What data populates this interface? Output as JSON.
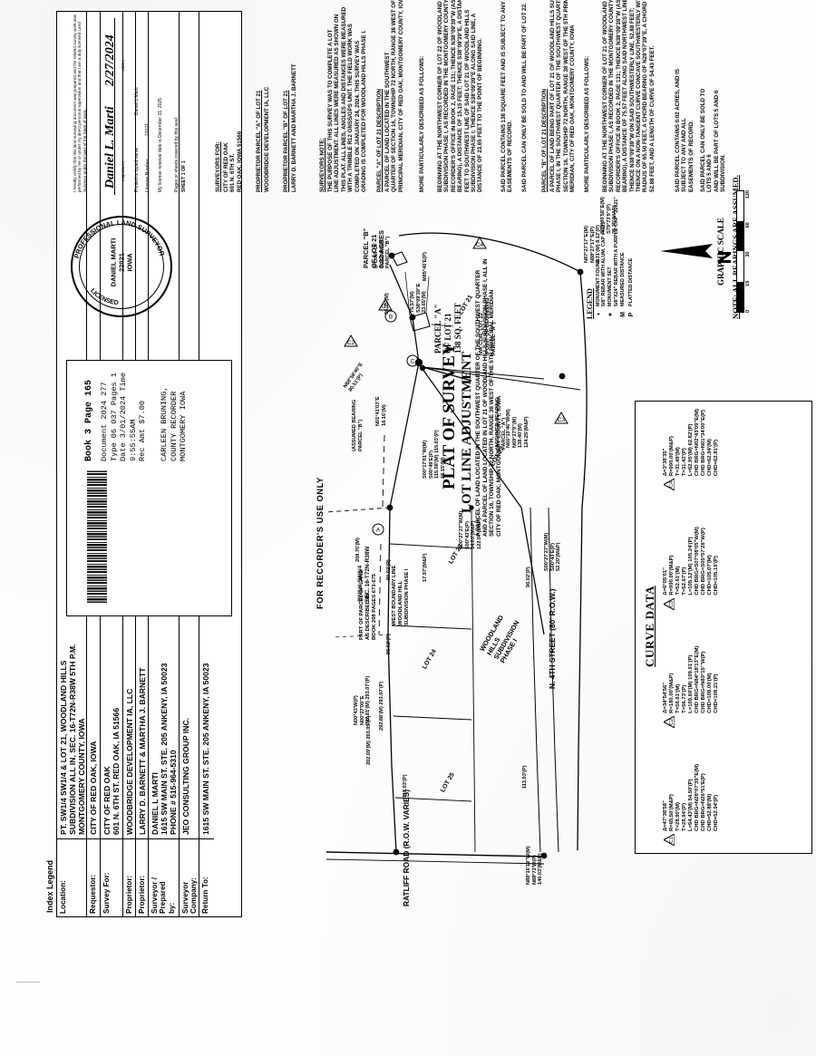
{
  "document": {
    "title": "PLAT OF SURVEY",
    "subtitle": "LOT LINE ADJUSTMENT",
    "legal_caption": "A PARCEL OF LAND LOCATED IN THE SOUTHWEST QUARTER OF THE SOUTHWEST QUARTER\nAND A PARCEL OF LAND LOCATED IN LOT 21 OF WOODLAND HILLS SUBDIVISION PHASE I, ALL IN\nSECTION 16, TOWNSHIP 72 NORTH, RANGE 38 WEST OF THE 5TH PRINCIPAL MERIDIAN\nCITY OF RED OAK, MONTGOMERY COUNTY, IOWA",
    "sheet": "SHEET 1 OF 1"
  },
  "index_legend": {
    "title": "Index Legend",
    "rows": [
      {
        "label": "Location:",
        "value": "PT. SW1/4 SW1/4 & LOT 21, WOODLAND HILLS\nSUBDIVISION ALL IN, SEC. 16-T72N-R38W 5TH P.M.\nMONTGOMERY COUNTY, IOWA"
      },
      {
        "label": "Requestor:",
        "value": "CITY OF RED OAK, IOWA"
      },
      {
        "label": "Survey For:",
        "value": "CITY OF RED OAK\n601 N. 6TH ST. RED OAK, IA 51566"
      },
      {
        "label": "Proprietor:",
        "value": "WOODBRIDGE DEVELOPMENT IA, LLC"
      },
      {
        "label": "Proprietor:",
        "value": "LARRY D. BARNETT & MARTHA J. BARNETT"
      },
      {
        "label": "Surveyor /\nPrepared\nby:",
        "value": "DANIEL L MARTI\n1615 SW MAIN ST. STE. 205 ANKENY, IA 50023\nPHONE # 515-964-5310"
      },
      {
        "label": "Surveyor\nCompany:",
        "value": "JEO CONSULTING GROUP INC."
      },
      {
        "label": "Return To:",
        "value": "1615 SW MAIN ST. STE. 205 ANKENY, IA 50023"
      }
    ]
  },
  "recorder": {
    "header": "FOR RECORDER'S USE ONLY",
    "book_page": "Book 3  Page 165",
    "line1": "Document 2024 277 Type 06 037 Pages 1",
    "line2": "Date 3/01/2024 Time  9:55:55AM",
    "line3": "Rec Amt $7.00",
    "recorder_name": "CARLEEN BRUNING, COUNTY RECORDER",
    "recorder_county": "MONTGOMERY IOWA"
  },
  "certification": {
    "statement": "I hereby certify that this land surveying document was prepared and the related survey work was performed by me or under my direct personal supervision and that I am a duly licensed Land Surveyor under the laws of the State of Iowa.",
    "signature": "Daniel L. Marti",
    "signature_label": "(signature)",
    "date": "2/27/2024",
    "date_label": "(date)",
    "printed_name_label": "Printed or typed name:",
    "printed_name": "Daniel L Marti",
    "license_label": "License Number:",
    "license_number": "22021",
    "renewal_text": "My license renewal date is December 31, 2025",
    "pages_text": "Pages or sheets covered by this seal:",
    "sheet": "SHEET 1 OF 1"
  },
  "seal": {
    "outer_text": "PROFESSIONAL LAND SURVEYOR",
    "name": "DANIEL MARTI",
    "number": "22021",
    "state": "IOWA",
    "sub": "LICENSED"
  },
  "surveyors_for": {
    "heading": "SURVEYORS FOR:",
    "body": "CITY OF RED OAK\n601 N. 6TH ST.\nRED OAK, IOWA 51566"
  },
  "proprietor_a": {
    "heading": "PROPRIETOR PARCEL \"A\" OF LOT 21",
    "body": "WOODBRIDGE DEVELOPMENT IA, LLC"
  },
  "proprietor_b": {
    "heading": "PROPRIETOR PARCEL \"B\" OF LOT 21",
    "body": "LARRY D. BARNETT AND MARTHA J. BARNETT"
  },
  "surveyors_note": {
    "heading": "SURVEYORS NOTE:",
    "body": "THE PURPOSE OF THIS SURVEY WAS TO COMPLETE A LOT\nLINE ADJUSTMENT. ALL LINES WERE MEASURED AS SHOWN ON\nTHIS PLAT. ALL LINES, ANGLES AND DISTANCES WERE MEASURED\nWITH A TRIMBLE R12 GNSS/GPS UNIT. THE FIELD WORK WAS\nCOMPLETED ON JANUARY 24, 2024. THIS SURVEY WAS\nGRADING IS COMPLETED FOR WOODLAND HILLS PHASE I."
  },
  "parcel_a_description": {
    "heading": "PARCEL \"A\" OF LOT 21 DESCRIPTION",
    "intro": "A PARCEL OF LAND LOCATED IN THE SOUTHWEST\nQUARTER OF SECTION 16, TOWNSHIP 72 NORTH, RANGE 38 WEST OF THE 5TH\nPRINCIPAL MERIDIAN, CITY OF RED OAK, MONTGOMERY COUNTY, IOWA",
    "more": "MORE PARTICULARLY DESCRIBED AS FOLLOWS:",
    "body": "BEGINNING AT THE NORTHWEST CORNER OF LOT 22 OF WOODLAND HILLS\nSUBDIVISION PHASE I, AS RECORDED IN THE MONTGOMERY COUNTY\nRECORDER'S OFFICE IN BOOK 2, PAGE 131; THENCE N38°09'39\"W (ASSUMED\nBEARING), A DISTANCE OF 15.15 FEET; THENCE S38°09'39\"E, A DISTANCE OF 75.57\nFEET TO SOUTHWEST LINE OF SAID LOT 21 OF WOODLAND HILLS\nSUBDIVISION PHASE I; THENCE S38°09'39\"E ALONG SAID LINE, A\nDISTANCE OF 23.65 FEET TO THE POINT OF BEGINNING.",
    "area": "SAID PARCEL CONTAINS 138 SQUARE FEET AND IS SUBJECT TO ANY AND ALL\nEASEMENTS OF RECORD.",
    "note": "SAID PARCEL CAN ONLY BE SOLD TO AND WILL BE PART OF LOT 22."
  },
  "parcel_b_description": {
    "heading": "PARCEL \"B\" OF LOT 21 DESCRIPTION",
    "intro": "A PARCEL OF LAND BEING PART OF LOT 21 OF WOODLAND HILLS SUBDIVISION\nPHASE I, IN THE SOUTHWEST QUARTER OF THE SOUTHWEST QUARTER OF\nSECTION 16, TOWNSHIP 72 NORTH, RANGE 38 WEST OF THE 5TH PRINCIPAL\nMERIDIAN, CITY OF RED OAK, MONTGOMERY COUNTY, IOWA",
    "more": "MORE PARTICULARLY DESCRIBED AS FOLLOWS:",
    "body": "BEGINNING AT THE NORTHWEST CORNER OF LOT 21 OF WOODLAND HILLS\nSUBDIVISION PHASE I, AS RECORDED IN THE MONTGOMERY COUNTY\nRECORDER'S OFFICE IN BOOK 2, PAGE 131; THENCE N38°09'39\"W (ASSUMED\nBEARING), A DISTANCE OF 75.57 FEET ALONG SAID NORTHWEST LINE;\nTHENCE N38°09'39\"W ON SAID SOUTHWESTERLY LINE, 52.88 FEET;\nTHENCE ON A NON-TANGENT CURVE CONCAVE SOUTHWESTERLY WITH A\nRADIUS OF 65.50 FEET, A CHORD BEARING OF N28°07'39\"E, A CHORD OF\n52.88 FEET, AND A LENGTH OF CURVE OF 54.43 FEET.",
    "area": "SAID PARCEL CONTAINS 0.02 ACRES, AND IS SUBJECT TO ANY AND ALL\nEASEMENTS OF RECORD.",
    "note": "SAID PARCEL CAN ONLY BE SOLD TO LOTS 5 AND 6\nAND WILL BE PART OF LOTS 5 AND 6\nSUBDIVISION."
  },
  "legend": {
    "title": "LEGEND",
    "items": [
      {
        "symbol": "half",
        "text": "MONUMENT FOUND\n5/8\" REBAR WITH ALUM. CAP #4129"
      },
      {
        "symbol": "full",
        "text": "MONUMENT SET\n5/8\"X24\" REBAR WITH A PURPLE CAP \"22021\""
      },
      {
        "symbol": "M",
        "text": "MEASURED DISTANCE"
      },
      {
        "symbol": "P",
        "text": "PLATTED DISTANCE"
      }
    ],
    "note": "NOTE: ALL BEARINGS ARE ASSUMED."
  },
  "graphic_scale": {
    "title": "GRAPHIC SCALE",
    "ticks": [
      "0",
      "15",
      "30",
      "60",
      "120"
    ]
  },
  "curve_data": {
    "title": "CURVE DATA",
    "curves": [
      {
        "id": "C1",
        "lines": "Δ=47°38'58\"\nR=65.50'(M&P)\nT=28.90'(M)\nT=28.94'(P)\nL=54.43'(M) 54.50'(P)\nCHD BRG=N28°07'39\"E(M)\nCHD BRG=N26°51'E(P)\nCHD=52.88'(M)\nCHD=52.94'(P)"
      },
      {
        "id": "C2",
        "lines": "Δ=34°54'56\"\nR=180.00'(M&P)\nT=56.61'(M)\nT=56.73'(P)\nL=109.69'(M) 109.91'(P)\nCHD BRG=N84°18'13\"E(M)\nCHD BRG=N83°15'\"W(P)\nCHD=108.00'(M)\nCHD=108.21'(P)"
      },
      {
        "id": "C3",
        "lines": "Δ=6°05'01\"\nR=990.00'(M&P)\nT=52.61'(M)\nT=52.67'(P)\nL=105.12'(M) 105.24'(P)\nCHD BRG=S07°08'05\"W(M)\nCHD BRG=S05°57'28\"W(P)\nCHD=105.07'(M)\nCHD=105.19'(P)"
      },
      {
        "id": "C4",
        "lines": "Δ=3°38'35\"\nR=990.00'(M&P)\nT=31.48'(M)\nT=31.42'(P)\nL=62.95'(M) 62.82'(P)\nCHD BRG=N02°43'09\"E(M)\nCHD BRG=N01°34'00\"E(P)\nCHD=62.94'(M)\nCHD=62.81'(P)"
      }
    ]
  },
  "map_labels": {
    "parcel_a": "PARCEL \"A\"\nOF LOT 21\n138 SQ. FEET",
    "parcel_b": "PARCEL \"B\"\nOF LOT 21\n0.02 ACRES",
    "parcel_b_pob": "(POINT OF\nBEGINNING\nPARCEL \"B\")",
    "lot21": "LOT 21",
    "lot22": "LOT 22",
    "lot23": "LOT 23",
    "lot24": "LOT 24",
    "lot25": "LOT 25",
    "nw_cor_lot22": "NW COR. LOT 22\n(POINT OF BEGINNING\nPARCEL \"A\")",
    "sec_line": "SW1/4 SW1/4\nSEC. 16-T72N-R38W",
    "west_boundary": "WEST BOUNDARY LINE\nWOODLAND HILL\nSUBDIVISION PHASE I",
    "part_of_parcel": "PART OF PARCEL OF LAND\nAS DESCRIBED IN\nBOOK 208 PAGES 673-675",
    "subdivision_name": "WOODLAND\nHILLS\nSUBDIVISION\nPHASE I",
    "street_4th": "N. 4TH STREET  (80' R.O.W.)",
    "street_ratliff": "RATLIFF ROAD (R.O.W. VARIES)",
    "assumed_bearing_b": "(ASSUMED BEARING\nPARCEL \"B\")",
    "assumed_bearing_a": "(ASSUMED BEARING\nPARCEL \"A\")"
  },
  "map_dimensions": [
    "N87°27'17\"E(M)\nN88°27'17\"E(P)\n8.31'(M) 8.12'(P)",
    "S79°00'58\"E(M)\nS79°73'9\"(P)\n35.25'(MAP)",
    "M85°46'E(P)",
    "75.57'(M)\nS38°09'39\"E\n23.65'(M)",
    "36.75'(M)",
    "N66°19'46\"W(M)\nN69°27'9\"(M)\n138.40'(M)\n124.25'(M&P)",
    "S00°17'01\"W(M)\nS00°49'E(P)\n115.08'(M) 115.03'(P)\n15.15'(M)",
    "N01°41'03\"E\n18.16'(M)",
    "208.76'(M)",
    "N68°58'40\"E\n80.51'(P)",
    "S00°27'27\"W(M)\nS00°43'E(P)\n14.03'(M&P)\n122.07'(M&P)",
    "S00°27'27\"W(M)\nS00°43'E(P)\n52.20'(M&P)",
    "90.02'(P)",
    "17.97'(M&P)",
    "90.02'(P)",
    "N00°43'W(P)\nN00°27'00\"E\n292.81'(M) 293.07'(P)",
    "202.69'(M) 203.05'(P)",
    "292.88'(M) 293.07'(P)",
    "113.03'(P)",
    "113.03'(P)",
    "N88°16'19\"W(M)\nN88°72'W(P)\n140.03'(M&P)",
    "96.02'(P)"
  ]
}
